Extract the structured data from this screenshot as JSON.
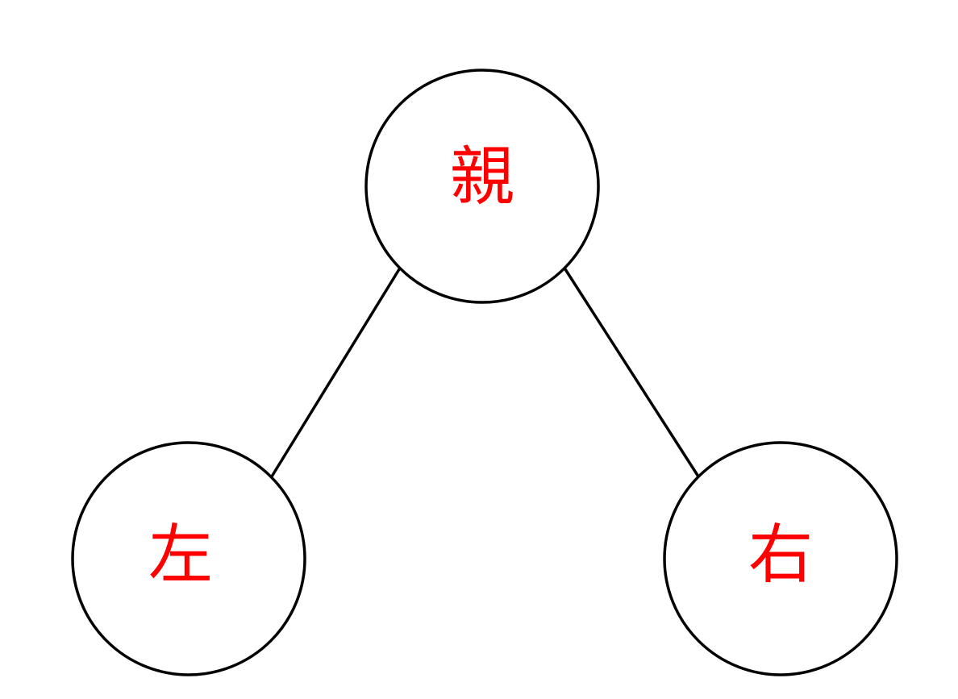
{
  "tree": {
    "nodes": [
      {
        "id": "parent",
        "label": "親"
      },
      {
        "id": "left",
        "label": "左"
      },
      {
        "id": "right",
        "label": "右"
      }
    ],
    "edges": [
      {
        "from": "parent",
        "to": "left"
      },
      {
        "from": "parent",
        "to": "right"
      }
    ]
  },
  "colors": {
    "label": "#ff0000",
    "stroke": "#000000",
    "background": "#ffffff"
  }
}
